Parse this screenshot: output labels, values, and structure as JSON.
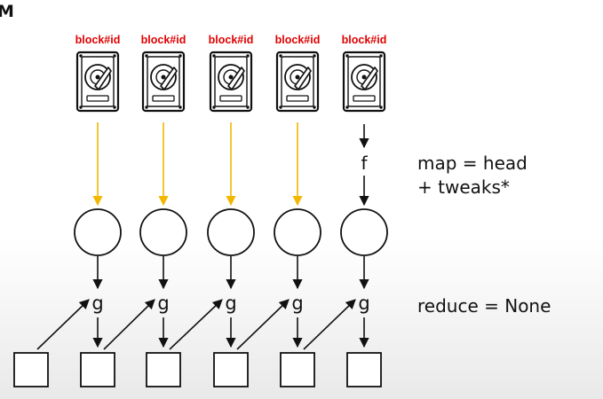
{
  "corner_mark": "M",
  "block_label": "block#id",
  "disk_count": 5,
  "map_function": "f",
  "reduce_function": "g",
  "notes": {
    "map_line1": "map = head",
    "map_line2": "+ tweaks*",
    "reduce": "reduce = None"
  },
  "colors": {
    "block_label": "#e00000",
    "yellow_arrow": "#f2b800",
    "stroke": "#111111"
  },
  "icons": {
    "disk": "hard-drive-icon",
    "map_node": "circle-node",
    "output": "square-box"
  }
}
